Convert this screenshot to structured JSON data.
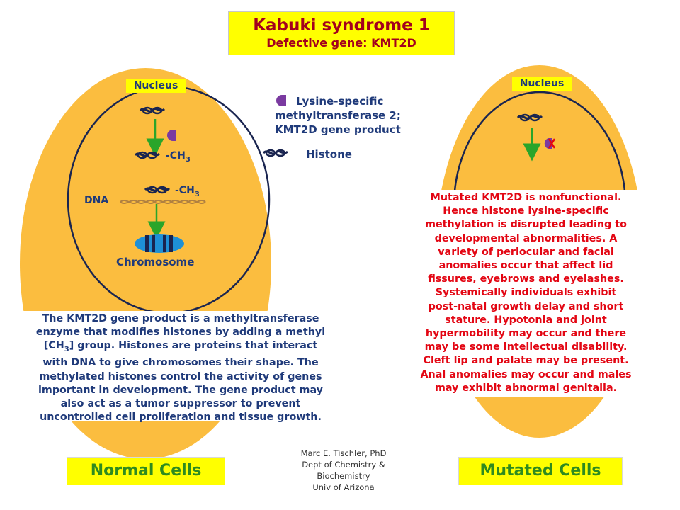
{
  "title": {
    "main": "Kabuki syndrome 1",
    "subtitle": "Defective gene: KMT2D"
  },
  "legend": {
    "enzyme_text": "Lysine-specific methyltransferase 2; KMT2D gene product",
    "enzyme_line1": "Lysine-specific",
    "enzyme_line2": "methyltransferase  2;",
    "enzyme_line3": "KMT2D gene product",
    "histone_text": "Histone"
  },
  "normal_cell": {
    "nucleus_label": "Nucleus",
    "methyl_label_1": "-CH",
    "methyl_label_2": "-CH",
    "methyl_subscript": "3",
    "dna_label": "DNA",
    "chromosome_label": "Chromosome",
    "description": [
      "The KMT2D gene product is a methyltransferase",
      "enzyme that modifies  histones by adding a methyl",
      "[CH",
      "] group. Histones  are proteins that interact",
      "with DNA to give chromosomes  their shape. The",
      "methylated histones  control the activity  of genes",
      "important  in development.  The gene product may",
      "also act as a tumor suppressor to prevent",
      "uncontrolled  cell proliferation  and tissue growth."
    ],
    "bottom_label": "Normal Cells"
  },
  "mutated_cell": {
    "nucleus_label": "Nucleus",
    "description": [
      "Mutated KMT2D is nonfunctional.",
      "Hence histone lysine-specific",
      "methylation  is disrupted leading to",
      "developmental  abnormalities.  A",
      "variety of periocular and facial",
      "anomalies occur that affect lid",
      "fissures, eyebrows and eyelashes.",
      "Systemically  individuals  exhibit",
      "post-natal growth delay and short",
      "stature. Hypotonia and joint",
      "hypermobility  may occur and there",
      "may be some intellectual  disability.",
      "Cleft lip  and palate may be present.",
      "Anal anomalies  may occur and males",
      "may exhibit  abnormal genitalia."
    ],
    "bottom_label": "Mutated Cells"
  },
  "author": [
    "Marc  E. Tischler, PhD",
    "Dept of Chemistry  &",
    "Biochemistry",
    "Univ of Arizona"
  ],
  "colors": {
    "cell": "#fbbd3f",
    "label_bg": "#ffff00",
    "text_blue": "#1f3a7a",
    "text_red": "#e30613",
    "title_red": "#a3001d",
    "arrow_green": "#2aa52a",
    "enzyme_purple": "#7a3aa0"
  }
}
